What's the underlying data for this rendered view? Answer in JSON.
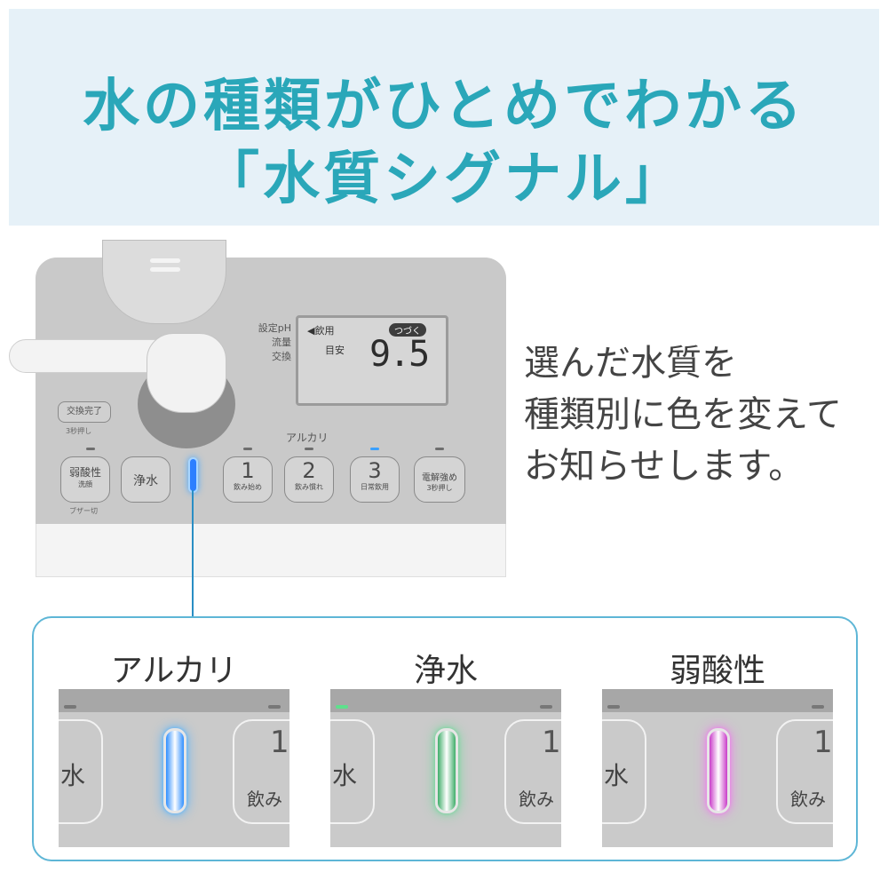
{
  "banner": {
    "line1": "水の種類がひとめでわかる",
    "line2": "「水質シグナル」"
  },
  "device": {
    "side_labels": [
      "設定pH",
      "流量",
      "交換"
    ],
    "lcd_left": "◀飲用",
    "lcd_pill": "つづく",
    "lcd_meyasu": "目安",
    "lcd_value": "9.5",
    "exchange_button": "交換完了",
    "exchange_sub": "3秒押し",
    "alkali_label": "アルカリ",
    "buttons": {
      "weak_acid": {
        "label": "弱酸性",
        "sub": "洗顔"
      },
      "purified": {
        "label": "浄水"
      },
      "b1": {
        "num": "1",
        "sub": "飲み始め"
      },
      "b2": {
        "num": "2",
        "sub": "飲み慣れ"
      },
      "b3": {
        "num": "3",
        "sub": "日常飲用"
      },
      "electrolysis": {
        "label": "電解強め",
        "sub": "3秒押し"
      }
    },
    "buzzer": "ブザー切"
  },
  "description": {
    "lines": [
      "選んだ水質を",
      "種類別に色を変えて",
      "お知らせします。"
    ]
  },
  "compare": {
    "items": [
      {
        "label": "アルカリ",
        "button_text": "水",
        "right_num": "1",
        "right_text": "飲み",
        "led_color": "#2f8fff",
        "led_glow": "#56b4ff"
      },
      {
        "label": "浄水",
        "button_text": "水",
        "right_num": "1",
        "right_text": "飲み",
        "led_color": "#3fae6a",
        "led_glow": "#6fd99a"
      },
      {
        "label": "弱酸性",
        "button_text": "水",
        "right_num": "1",
        "right_text": "飲み",
        "led_color": "#c93cc9",
        "led_glow": "#ee7cec"
      }
    ]
  },
  "colors": {
    "title": "#2aa7b9",
    "banner_bg": "#e6f1f8",
    "frame": "#5eb6d6"
  }
}
